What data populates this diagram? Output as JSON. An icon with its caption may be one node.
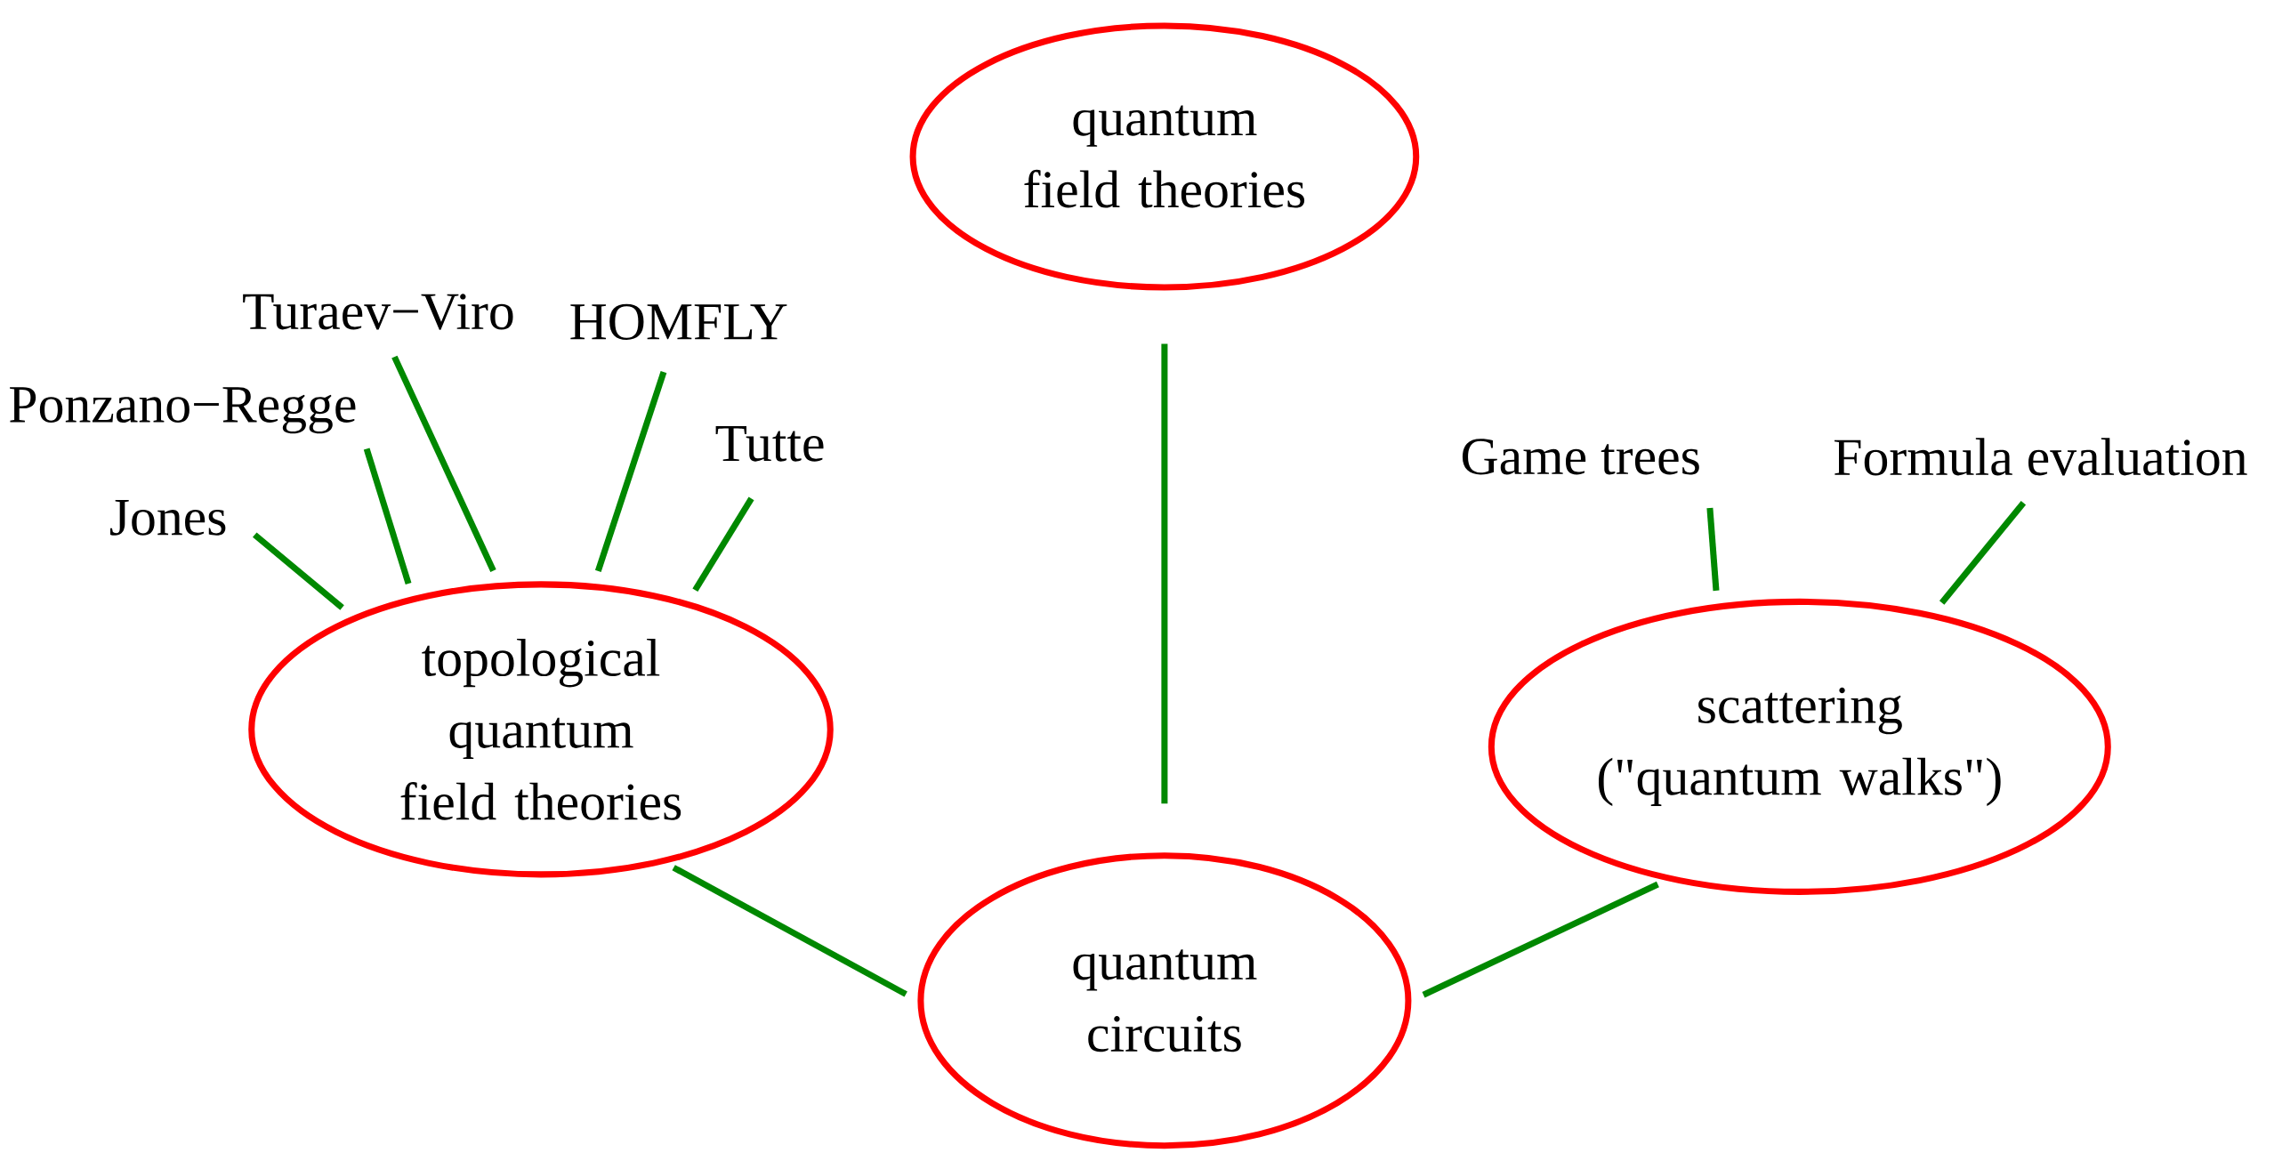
{
  "diagram": {
    "nodes": [
      {
        "text": [
          "quantum field theories"
        ]
      },
      {
        "text": [
          "topological quantum field theories"
        ]
      },
      {
        "text": [
          "quantum circuits"
        ]
      },
      {
        "text": [
          "scattering (\"quantum walks\")"
        ]
      },
      {
        "text": [
          "Jones"
        ]
      },
      {
        "text": [
          "Ponzano−Regge"
        ]
      },
      {
        "text": [
          "Turaev−Viro"
        ]
      },
      {
        "text": [
          "HOMFLY"
        ]
      },
      {
        "text": [
          "Tutte"
        ]
      },
      {
        "text": [
          "Game trees"
        ]
      },
      {
        "text": [
          "Formula evaluation"
        ]
      }
    ],
    "edges": [
      {
        "from": 0,
        "to": 2,
        "arrow": "none"
      },
      {
        "from": 1,
        "to": 2,
        "arrow": "none"
      },
      {
        "from": 3,
        "to": 2,
        "arrow": "none"
      },
      {
        "from": 4,
        "to": 1,
        "arrow": "none"
      },
      {
        "from": 5,
        "to": 1,
        "arrow": "none"
      },
      {
        "from": 6,
        "to": 1,
        "arrow": "none"
      },
      {
        "from": 7,
        "to": 1,
        "arrow": "none"
      },
      {
        "from": 8,
        "to": 1,
        "arrow": "none"
      },
      {
        "from": 9,
        "to": 3,
        "arrow": "none"
      },
      {
        "from": 10,
        "to": 3,
        "arrow": "none"
      }
    ]
  }
}
